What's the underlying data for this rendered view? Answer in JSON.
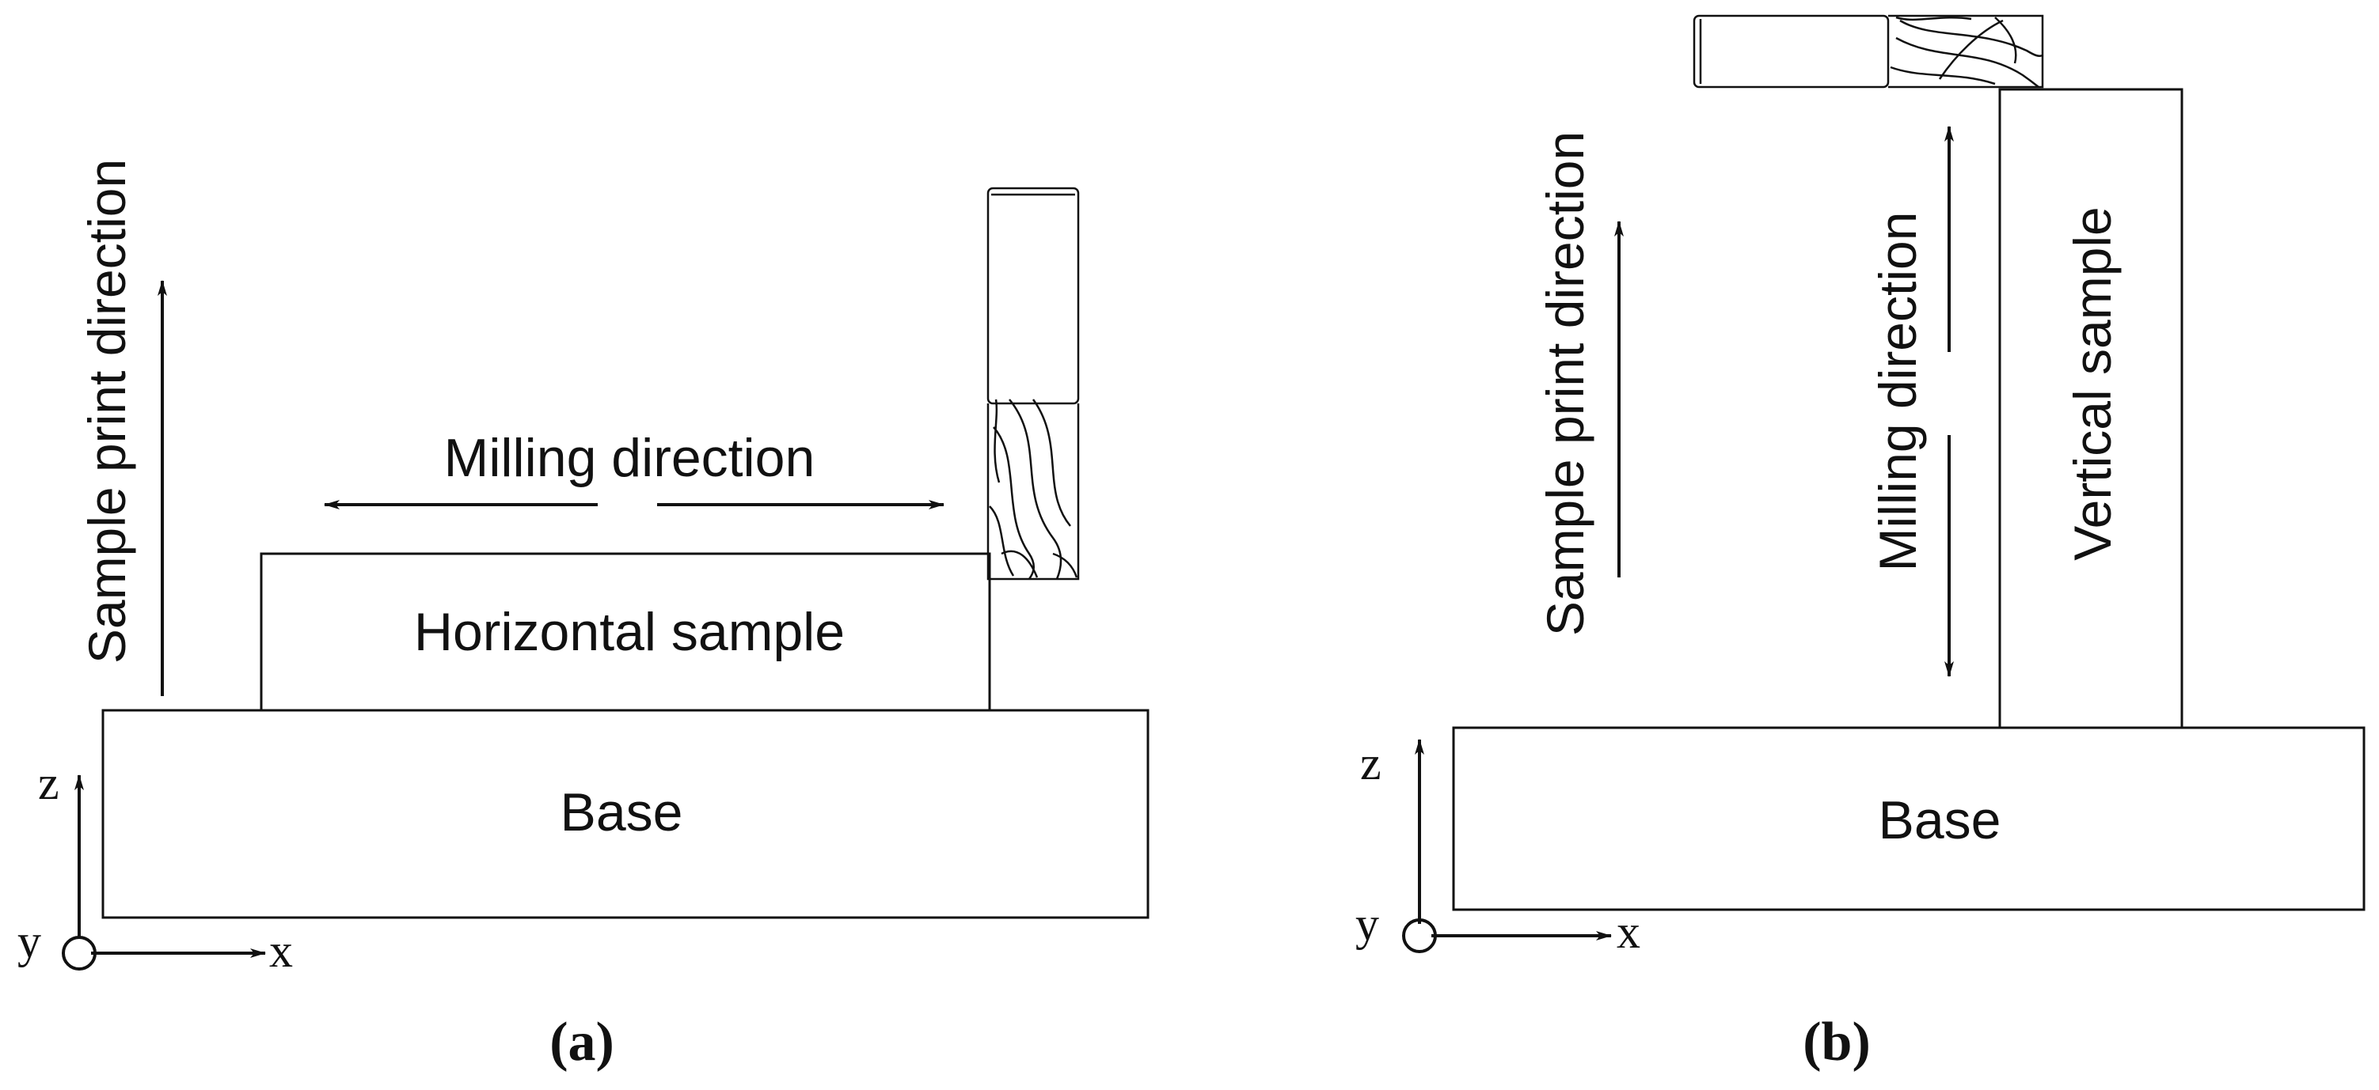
{
  "panel_a": {
    "caption": "(a)",
    "print_direction_label": "Sample print direction",
    "milling_direction_label": "Milling direction",
    "sample_label": "Horizontal sample",
    "base_label": "Base",
    "axes": {
      "z": "z",
      "x": "x",
      "y": "y"
    }
  },
  "panel_b": {
    "caption": "(b)",
    "print_direction_label": "Sample print direction",
    "milling_direction_label": "Milling direction",
    "sample_label": "Vertical sample",
    "base_label": "Base",
    "axes": {
      "z": "z",
      "x": "x",
      "y": "y"
    }
  },
  "colors": {
    "line": "#111111",
    "background": "#ffffff"
  }
}
